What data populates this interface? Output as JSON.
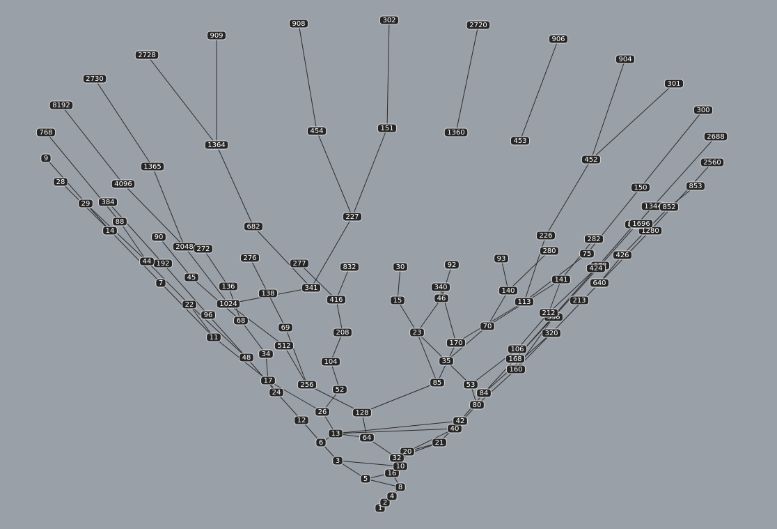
{
  "nodes": [
    {
      "id": "n1",
      "label": "1"
    },
    {
      "id": "n2",
      "label": "2"
    },
    {
      "id": "n4",
      "label": "4"
    },
    {
      "id": "n8",
      "label": "8"
    },
    {
      "id": "n16",
      "label": "16"
    },
    {
      "id": "n5",
      "label": "5"
    },
    {
      "id": "n10",
      "label": "10"
    },
    {
      "id": "n3",
      "label": "3"
    },
    {
      "id": "n20",
      "label": "20"
    },
    {
      "id": "n32",
      "label": "32"
    },
    {
      "id": "n6",
      "label": "6"
    },
    {
      "id": "n21",
      "label": "21"
    },
    {
      "id": "n40",
      "label": "40"
    },
    {
      "id": "n64",
      "label": "64"
    },
    {
      "id": "n12",
      "label": "12"
    },
    {
      "id": "n13",
      "label": "13"
    },
    {
      "id": "n42",
      "label": "42"
    },
    {
      "id": "n80",
      "label": "80"
    },
    {
      "id": "n128",
      "label": "128"
    },
    {
      "id": "n24",
      "label": "24"
    },
    {
      "id": "n26",
      "label": "26"
    },
    {
      "id": "n84",
      "label": "84"
    },
    {
      "id": "n53",
      "label": "53"
    },
    {
      "id": "n160",
      "label": "160"
    },
    {
      "id": "n85",
      "label": "85"
    },
    {
      "id": "n256",
      "label": "256"
    },
    {
      "id": "n48",
      "label": "48"
    },
    {
      "id": "n52",
      "label": "52"
    },
    {
      "id": "n17",
      "label": "17"
    },
    {
      "id": "n168",
      "label": "168"
    },
    {
      "id": "n106",
      "label": "106"
    },
    {
      "id": "n320",
      "label": "320"
    },
    {
      "id": "n35",
      "label": "35"
    },
    {
      "id": "n170",
      "label": "170"
    },
    {
      "id": "n512",
      "label": "512"
    },
    {
      "id": "n96",
      "label": "96"
    },
    {
      "id": "n104",
      "label": "104"
    },
    {
      "id": "n11",
      "label": "11"
    },
    {
      "id": "n34",
      "label": "34"
    },
    {
      "id": "n336",
      "label": "336"
    },
    {
      "id": "n212",
      "label": "212"
    },
    {
      "id": "n640",
      "label": "640"
    },
    {
      "id": "n23",
      "label": "23"
    },
    {
      "id": "n70",
      "label": "70"
    },
    {
      "id": "n340",
      "label": "340"
    },
    {
      "id": "n1024",
      "label": "1024"
    },
    {
      "id": "n192",
      "label": "192"
    },
    {
      "id": "n208",
      "label": "208"
    },
    {
      "id": "n22",
      "label": "22"
    },
    {
      "id": "n68",
      "label": "68"
    },
    {
      "id": "n672",
      "label": "672"
    },
    {
      "id": "n424",
      "label": "424"
    },
    {
      "id": "n1280",
      "label": "1280"
    },
    {
      "id": "n15",
      "label": "15"
    },
    {
      "id": "n46",
      "label": "46"
    },
    {
      "id": "n140",
      "label": "140"
    },
    {
      "id": "n113",
      "label": "113"
    },
    {
      "id": "n341",
      "label": "341"
    },
    {
      "id": "n2048",
      "label": "2048"
    },
    {
      "id": "n384",
      "label": "384"
    },
    {
      "id": "n416",
      "label": "416"
    },
    {
      "id": "n44",
      "label": "44"
    },
    {
      "id": "n7",
      "label": "7"
    },
    {
      "id": "n136",
      "label": "136"
    },
    {
      "id": "n69",
      "label": "69"
    },
    {
      "id": "n1344",
      "label": "1344"
    },
    {
      "id": "n141",
      "label": "141"
    },
    {
      "id": "n848",
      "label": "848"
    },
    {
      "id": "n213",
      "label": "213"
    },
    {
      "id": "n2560",
      "label": "2560"
    },
    {
      "id": "n30",
      "label": "30"
    },
    {
      "id": "n92",
      "label": "92"
    },
    {
      "id": "n280",
      "label": "280"
    },
    {
      "id": "n93",
      "label": "93"
    },
    {
      "id": "n226",
      "label": "226"
    },
    {
      "id": "n75",
      "label": "75"
    },
    {
      "id": "n682",
      "label": "682"
    },
    {
      "id": "n227",
      "label": "227"
    },
    {
      "id": "n4096",
      "label": "4096"
    },
    {
      "id": "n768",
      "label": "768"
    },
    {
      "id": "n832",
      "label": "832"
    },
    {
      "id": "n88",
      "label": "88"
    },
    {
      "id": "n14",
      "label": "14"
    },
    {
      "id": "n272",
      "label": "272"
    },
    {
      "id": "n45",
      "label": "45"
    },
    {
      "id": "n138",
      "label": "138"
    },
    {
      "id": "n2688",
      "label": "2688"
    },
    {
      "id": "n282",
      "label": "282"
    },
    {
      "id": "n1696",
      "label": "1696"
    },
    {
      "id": "n426",
      "label": "426"
    },
    {
      "id": "n852",
      "label": "852"
    },
    {
      "id": "n853",
      "label": "853"
    },
    {
      "id": "n1360",
      "label": "1360"
    },
    {
      "id": "n453",
      "label": "453"
    },
    {
      "id": "n452",
      "label": "452"
    },
    {
      "id": "n150",
      "label": "150"
    },
    {
      "id": "n1364",
      "label": "1364"
    },
    {
      "id": "n454",
      "label": "454"
    },
    {
      "id": "n151",
      "label": "151"
    },
    {
      "id": "n8192",
      "label": "8192"
    },
    {
      "id": "n1365",
      "label": "1365"
    },
    {
      "id": "n29",
      "label": "29"
    },
    {
      "id": "n28",
      "label": "28"
    },
    {
      "id": "n9",
      "label": "9"
    },
    {
      "id": "n90",
      "label": "90"
    },
    {
      "id": "n276",
      "label": "276"
    },
    {
      "id": "n277",
      "label": "277"
    },
    {
      "id": "n2720",
      "label": "2720"
    },
    {
      "id": "n906",
      "label": "906"
    },
    {
      "id": "n904",
      "label": "904"
    },
    {
      "id": "n301",
      "label": "301"
    },
    {
      "id": "n300",
      "label": "300"
    },
    {
      "id": "n2728",
      "label": "2728"
    },
    {
      "id": "n909",
      "label": "909"
    },
    {
      "id": "n908",
      "label": "908"
    },
    {
      "id": "n302",
      "label": "302"
    },
    {
      "id": "n2730",
      "label": "2730"
    }
  ],
  "edges": [
    [
      "n1",
      "n2"
    ],
    [
      "n2",
      "n4"
    ],
    [
      "n4",
      "n8"
    ],
    [
      "n8",
      "n16"
    ],
    [
      "n8",
      "n5"
    ],
    [
      "n16",
      "n5"
    ],
    [
      "n16",
      "n10"
    ],
    [
      "n16",
      "n32"
    ],
    [
      "n5",
      "n3"
    ],
    [
      "n10",
      "n20"
    ],
    [
      "n10",
      "n3"
    ],
    [
      "n3",
      "n6"
    ],
    [
      "n6",
      "n12"
    ],
    [
      "n6",
      "n13"
    ],
    [
      "n12",
      "n24"
    ],
    [
      "n13",
      "n26"
    ],
    [
      "n13",
      "n64"
    ],
    [
      "n20",
      "n40"
    ],
    [
      "n20",
      "n21"
    ],
    [
      "n32",
      "n64"
    ],
    [
      "n32",
      "n21"
    ],
    [
      "n32",
      "n20"
    ],
    [
      "n40",
      "n80"
    ],
    [
      "n40",
      "n13"
    ],
    [
      "n21",
      "n42"
    ],
    [
      "n42",
      "n84"
    ],
    [
      "n42",
      "n13"
    ],
    [
      "n64",
      "n128"
    ],
    [
      "n128",
      "n256"
    ],
    [
      "n128",
      "n85"
    ],
    [
      "n80",
      "n160"
    ],
    [
      "n80",
      "n53"
    ],
    [
      "n84",
      "n168"
    ],
    [
      "n84",
      "n320"
    ],
    [
      "n53",
      "n35"
    ],
    [
      "n53",
      "n106"
    ],
    [
      "n85",
      "n170"
    ],
    [
      "n85",
      "n23"
    ],
    [
      "n24",
      "n48"
    ],
    [
      "n24",
      "n17"
    ],
    [
      "n26",
      "n52"
    ],
    [
      "n26",
      "n17"
    ],
    [
      "n17",
      "n34"
    ],
    [
      "n17",
      "n11"
    ],
    [
      "n48",
      "n96"
    ],
    [
      "n48",
      "n22"
    ],
    [
      "n52",
      "n104"
    ],
    [
      "n256",
      "n512"
    ],
    [
      "n256",
      "n69"
    ],
    [
      "n160",
      "n320"
    ],
    [
      "n160",
      "n336"
    ],
    [
      "n168",
      "n336"
    ],
    [
      "n168",
      "n424"
    ],
    [
      "n106",
      "n212"
    ],
    [
      "n320",
      "n640"
    ],
    [
      "n35",
      "n23"
    ],
    [
      "n35",
      "n70"
    ],
    [
      "n170",
      "n340"
    ],
    [
      "n170",
      "n113"
    ],
    [
      "n23",
      "n46"
    ],
    [
      "n23",
      "n15"
    ],
    [
      "n70",
      "n140"
    ],
    [
      "n70",
      "n141"
    ],
    [
      "n46",
      "n92"
    ],
    [
      "n15",
      "n30"
    ],
    [
      "n340",
      "n680"
    ],
    [
      "n340",
      "n46"
    ],
    [
      "n140",
      "n280"
    ],
    [
      "n140",
      "n93"
    ],
    [
      "n113",
      "n226"
    ],
    [
      "n113",
      "n75"
    ],
    [
      "n212",
      "n424"
    ],
    [
      "n212",
      "n141"
    ],
    [
      "n640",
      "n1280"
    ],
    [
      "n640",
      "n426"
    ],
    [
      "n336",
      "n672"
    ],
    [
      "n424",
      "n848"
    ],
    [
      "n512",
      "n1024"
    ],
    [
      "n69",
      "n138"
    ],
    [
      "n104",
      "n208"
    ],
    [
      "n208",
      "n416"
    ],
    [
      "n416",
      "n832"
    ],
    [
      "n416",
      "n277"
    ],
    [
      "n11",
      "n22"
    ],
    [
      "n11",
      "n7"
    ],
    [
      "n22",
      "n44"
    ],
    [
      "n34",
      "n68"
    ],
    [
      "n96",
      "n192"
    ],
    [
      "n68",
      "n136"
    ],
    [
      "n68",
      "n45"
    ],
    [
      "n7",
      "n14"
    ],
    [
      "n44",
      "n88"
    ],
    [
      "n44",
      "n29"
    ],
    [
      "n14",
      "n28"
    ],
    [
      "n14",
      "n9"
    ],
    [
      "n1024",
      "n2048"
    ],
    [
      "n1024",
      "n341"
    ],
    [
      "n192",
      "n384"
    ],
    [
      "n136",
      "n272"
    ],
    [
      "n45",
      "n90"
    ],
    [
      "n138",
      "n276"
    ],
    [
      "n88",
      "n768"
    ],
    [
      "n341",
      "n682"
    ],
    [
      "n341",
      "n227"
    ],
    [
      "n227",
      "n454"
    ],
    [
      "n227",
      "n151"
    ],
    [
      "n682",
      "n1364"
    ],
    [
      "n2048",
      "n4096"
    ],
    [
      "n2048",
      "n1365"
    ],
    [
      "n4096",
      "n8192"
    ],
    [
      "n1364",
      "n2728"
    ],
    [
      "n1364",
      "n909"
    ],
    [
      "n454",
      "n908"
    ],
    [
      "n151",
      "n302"
    ],
    [
      "n680",
      "n1360"
    ],
    [
      "n680",
      "n453"
    ],
    [
      "n1360",
      "n2720"
    ],
    [
      "n453",
      "n906"
    ],
    [
      "n226",
      "n452"
    ],
    [
      "n452",
      "n904"
    ],
    [
      "n452",
      "n301"
    ],
    [
      "n75",
      "n150"
    ],
    [
      "n150",
      "n300"
    ],
    [
      "n282",
      "n141"
    ],
    [
      "n672",
      "n1344"
    ],
    [
      "n1280",
      "n2560"
    ],
    [
      "n1344",
      "n2688"
    ],
    [
      "n426",
      "n852"
    ],
    [
      "n848",
      "n1696"
    ],
    [
      "n852",
      "n853"
    ],
    [
      "n1365",
      "n2730"
    ]
  ]
}
